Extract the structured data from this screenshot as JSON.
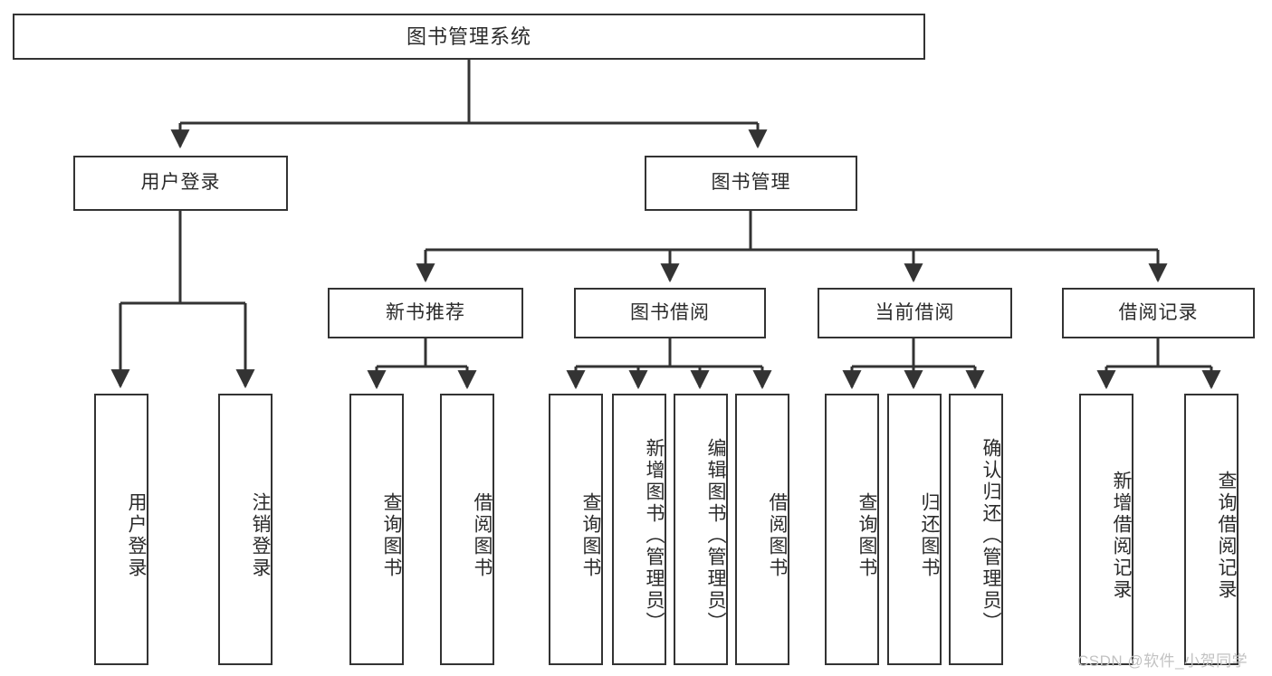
{
  "diagram": {
    "title_text": "图书管理系统",
    "watermark": "CSDN @软件_小贺同学",
    "colors": {
      "box_border": "#333333",
      "box_fill": "#ffffff",
      "line": "#333333",
      "text": "#2b2b2b",
      "watermark": "#c2c2c2"
    },
    "nodes": {
      "root": "图书管理系统",
      "user_login": "用户登录",
      "book_manage": "图书管理",
      "new_book_recommend": "新书推荐",
      "book_borrow": "图书借阅",
      "current_borrow": "当前借阅",
      "borrow_record": "借阅记录",
      "leaf_user_login": "用户登录",
      "leaf_logout_login": "注销登录",
      "leaf_query_book_1": "查询图书",
      "leaf_borrow_book_1": "借阅图书",
      "leaf_query_book_2": "查询图书",
      "leaf_add_book_admin": "新增图书（管理员）",
      "leaf_edit_book_admin": "编辑图书（管理员）",
      "leaf_borrow_book_2": "借阅图书",
      "leaf_query_book_3": "查询图书",
      "leaf_return_book": "归还图书",
      "leaf_confirm_return_admin": "确认归还（管理员）",
      "leaf_add_borrow_record": "新增借阅记录",
      "leaf_query_borrow_record": "查询借阅记录"
    }
  }
}
